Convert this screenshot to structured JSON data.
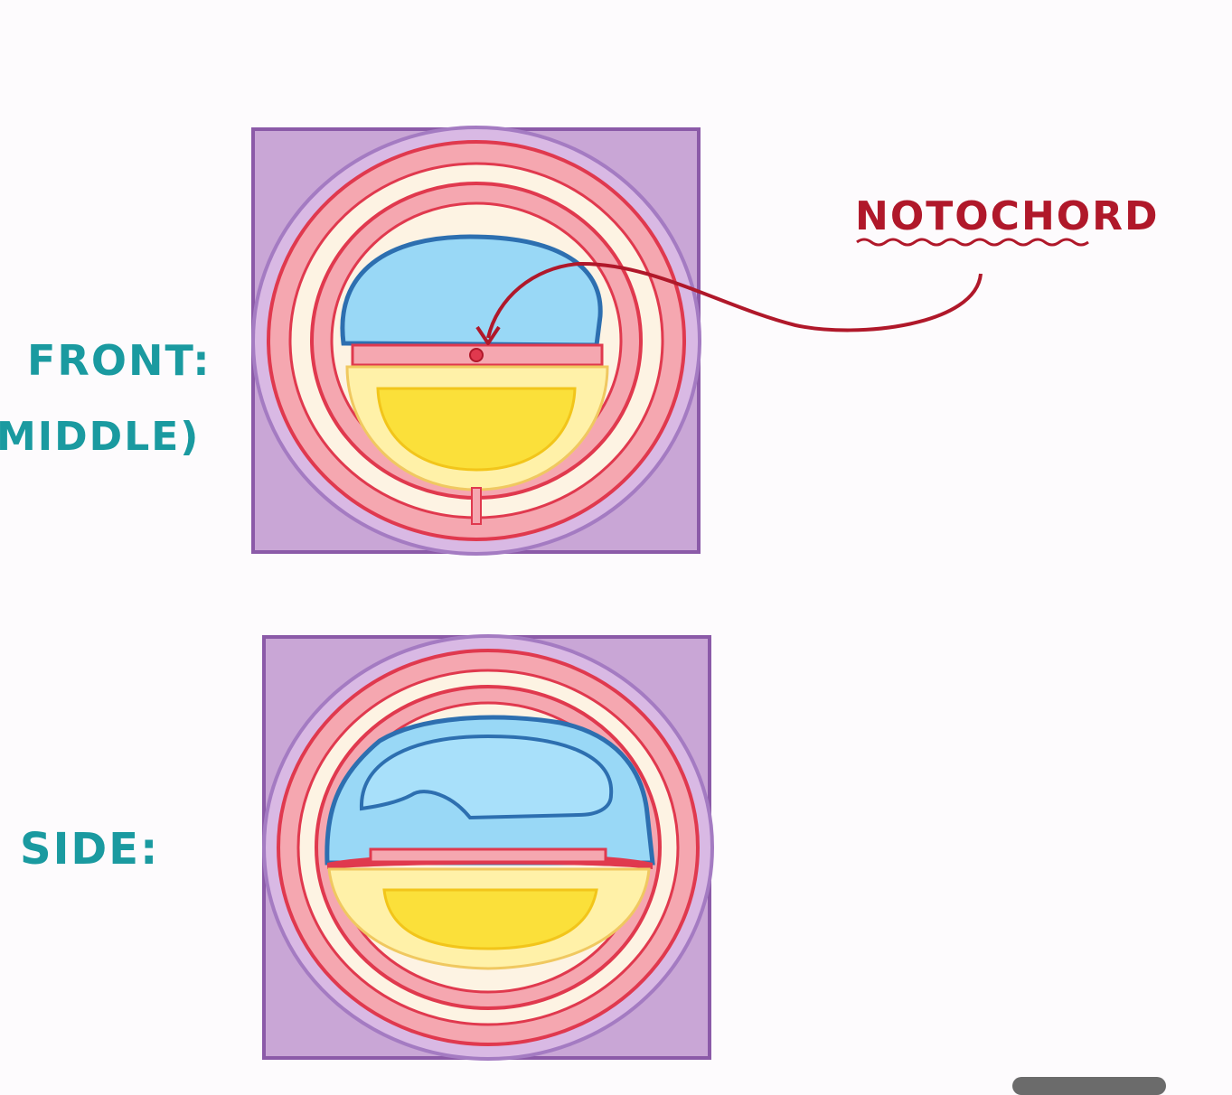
{
  "labels": {
    "front": "FRONT:",
    "middle": "MIDDLE)",
    "side": "SIDE:",
    "notochord": "NOTOCHORD"
  },
  "colors": {
    "purple_fill": "#c9a6d6",
    "purple_stroke": "#8b5aa8",
    "red_stroke": "#e0394e",
    "pink_fill": "#f5a7b0",
    "cream_fill": "#fdf3e3",
    "blue_fill": "#99d8f6",
    "blue_stroke": "#2d6fb0",
    "yellow_fill": "#fbe03a",
    "yellow_light": "#fff1a8",
    "label_teal": "#1a9aa0",
    "annotation_red": "#b0182a"
  }
}
